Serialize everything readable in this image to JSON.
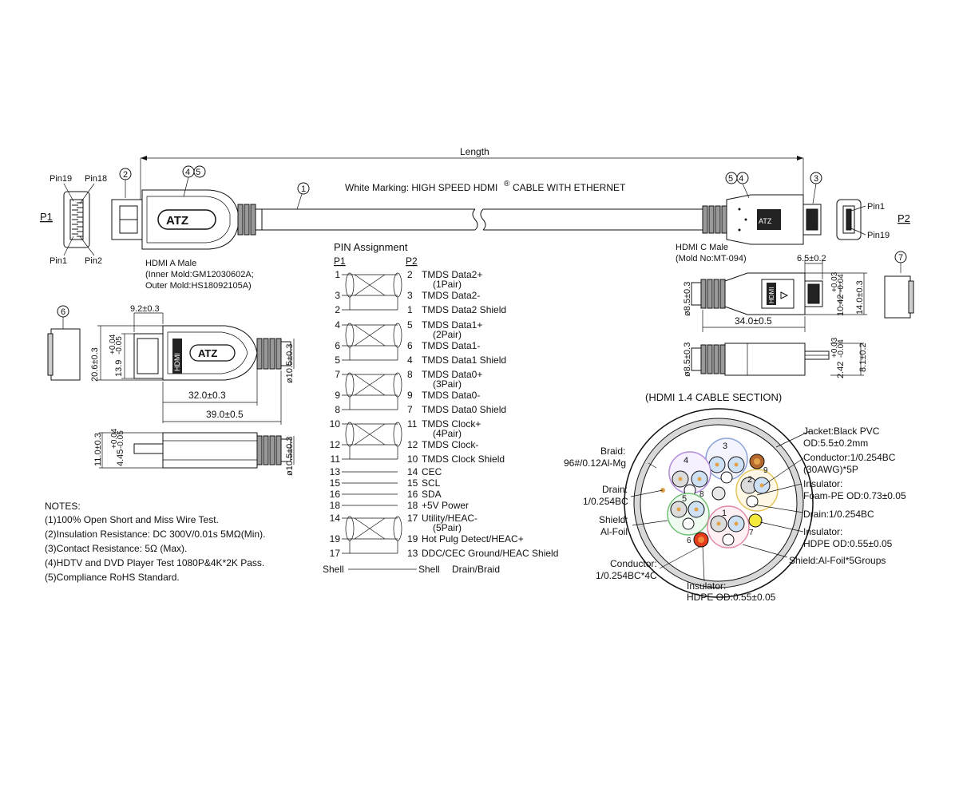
{
  "length_label": "Length",
  "white_marking": "White Marking: HIGH SPEED HDMI",
  "white_marking_reg": "®",
  "white_marking_tail": "CABLE WITH ETHERNET",
  "callouts": {
    "c1": "1",
    "c2": "2",
    "c3": "3",
    "c45": "45",
    "c54": "54",
    "c6": "6",
    "c7": "7"
  },
  "p1": {
    "label": "P1",
    "pin19": "Pin19",
    "pin18": "Pin18",
    "pin1": "Pin1",
    "pin2": "Pin2",
    "connector_title": "HDMI A Male",
    "inner_mold": "(Inner Mold:GM12030602A;",
    "outer_mold": "Outer Mold:HS18092105A)"
  },
  "p2": {
    "label": "P2",
    "pin1": "Pin1",
    "pin19": "Pin19",
    "connector_title": "HDMI C Male",
    "mold": "(Mold No:MT-094)"
  },
  "logo_text": "ATZ",
  "hdmi_text": "HDMI",
  "dims_a": {
    "d_9_2": "9.2±0.3",
    "d_20_6": "20.6±0.3",
    "d_13_9": "13.9",
    "d_13_9_tol_up": "+0.04",
    "d_13_9_tol_dn": "-0.05",
    "d_10_5_top": "ø10.5±0.3",
    "d_32": "32.0±0.3",
    "d_39": "39.0±0.5",
    "d_11": "11.0±0.3",
    "d_4_45": "4.45",
    "d_4_45_tol_up": "+0.04",
    "d_4_45_tol_dn": "-0.05",
    "d_10_5_side": "ø10.5±0.3"
  },
  "dims_c": {
    "d_6_5": "6.5±0.2",
    "d_8_5_top": "ø8.5±0.3",
    "d_10_42": "10.42",
    "d_10_42_tol_up": "+0.03",
    "d_10_42_tol_dn": "-0.04",
    "d_14": "14.0±0.3",
    "d_34": "34.0±0.5",
    "d_8_5_side": "ø8.5±0.3",
    "d_2_42": "2.42",
    "d_2_42_tol_up": "+0.03",
    "d_2_42_tol_dn": "-0.04",
    "d_8_1": "8.1±0.2"
  },
  "pin_assignment": {
    "title": "PIN Assignment",
    "p1_header": "P1",
    "p2_header": "P2",
    "rows": [
      {
        "left": "1",
        "right": "2",
        "label": "TMDS Data2+"
      },
      {
        "left": "",
        "right": "",
        "label": "(1Pair)"
      },
      {
        "left": "3",
        "right": "3",
        "label": "TMDS Data2-"
      },
      {
        "left": "2",
        "right": "1",
        "label": "TMDS Data2 Shield"
      },
      {
        "left": "4",
        "right": "5",
        "label": "TMDS Data1+"
      },
      {
        "left": "",
        "right": "",
        "label": "(2Pair)"
      },
      {
        "left": "6",
        "right": "6",
        "label": "TMDS Data1-"
      },
      {
        "left": "5",
        "right": "4",
        "label": "TMDS Data1 Shield"
      },
      {
        "left": "7",
        "right": "8",
        "label": "TMDS Data0+"
      },
      {
        "left": "",
        "right": "",
        "label": "(3Pair)"
      },
      {
        "left": "9",
        "right": "9",
        "label": "TMDS Data0-"
      },
      {
        "left": "8",
        "right": "7",
        "label": "TMDS Data0 Shield"
      },
      {
        "left": "10",
        "right": "11",
        "label": "TMDS Clock+"
      },
      {
        "left": "",
        "right": "",
        "label": "(4Pair)"
      },
      {
        "left": "12",
        "right": "12",
        "label": "TMDS Clock-"
      },
      {
        "left": "11",
        "right": "10",
        "label": "TMDS Clock Shield"
      },
      {
        "left": "13",
        "right": "14",
        "label": "CEC"
      },
      {
        "left": "15",
        "right": "15",
        "label": "SCL"
      },
      {
        "left": "16",
        "right": "16",
        "label": "SDA"
      },
      {
        "left": "18",
        "right": "18",
        "label": "+5V Power"
      },
      {
        "left": "14",
        "right": "17",
        "label": "Utility/HEAC-"
      },
      {
        "left": "",
        "right": "",
        "label": "(5Pair)"
      },
      {
        "left": "19",
        "right": "19",
        "label": "Hot Pulg Detect/HEAC+"
      },
      {
        "left": "17",
        "right": "13",
        "label": "DDC/CEC Ground/HEAC Shield"
      }
    ],
    "shell_left": "Shell",
    "shell_right": "Shell",
    "shell_label": "Drain/Braid"
  },
  "notes": {
    "title": "NOTES:",
    "items": [
      "(1)100% Open Short and Miss Wire Test.",
      "(2)Insulation Resistance: DC 300V/0.01s 5MΩ(Min).",
      "(3)Contact Resistance: 5Ω (Max).",
      "(4)HDTV and DVD Player Test 1080P&4K*2K Pass.",
      "(5)Compliance RoHS Standard."
    ]
  },
  "section": {
    "title": "(HDMI 1.4 CABLE SECTION)",
    "braid_1": "Braid:",
    "braid_2": "96#/0.12Al-Mg",
    "drain_l1": "Drain:",
    "drain_l2": "1/0.254BC",
    "shield_l1": "Shield:",
    "shield_l2": "Al-Foil",
    "conductor_l1": "Conductor:",
    "conductor_l2": "1/0.254BC*4C",
    "insulator_b1": "Insulator:",
    "insulator_b2": "HDPE OD:0.55±0.05",
    "jacket_1": "Jacket:Black PVC",
    "jacket_2": "OD:5.5±0.2mm",
    "conductor_r1": "Conductor:1/0.254BC",
    "conductor_r2": "(30AWG)*5P",
    "insulator_r1": "Insulator:",
    "insulator_r2": "Foam-PE OD:0.73±0.05",
    "drain_r": "Drain:1/0.254BC",
    "insulator_r3": "Insulator:",
    "insulator_r4": "HDPE OD:0.55±0.05",
    "shield_r": "Shield:Al-Foil*5Groups",
    "pair_numbers": [
      "1",
      "2",
      "3",
      "4",
      "5"
    ],
    "wire_numbers": [
      "6",
      "7",
      "8",
      "9"
    ]
  }
}
